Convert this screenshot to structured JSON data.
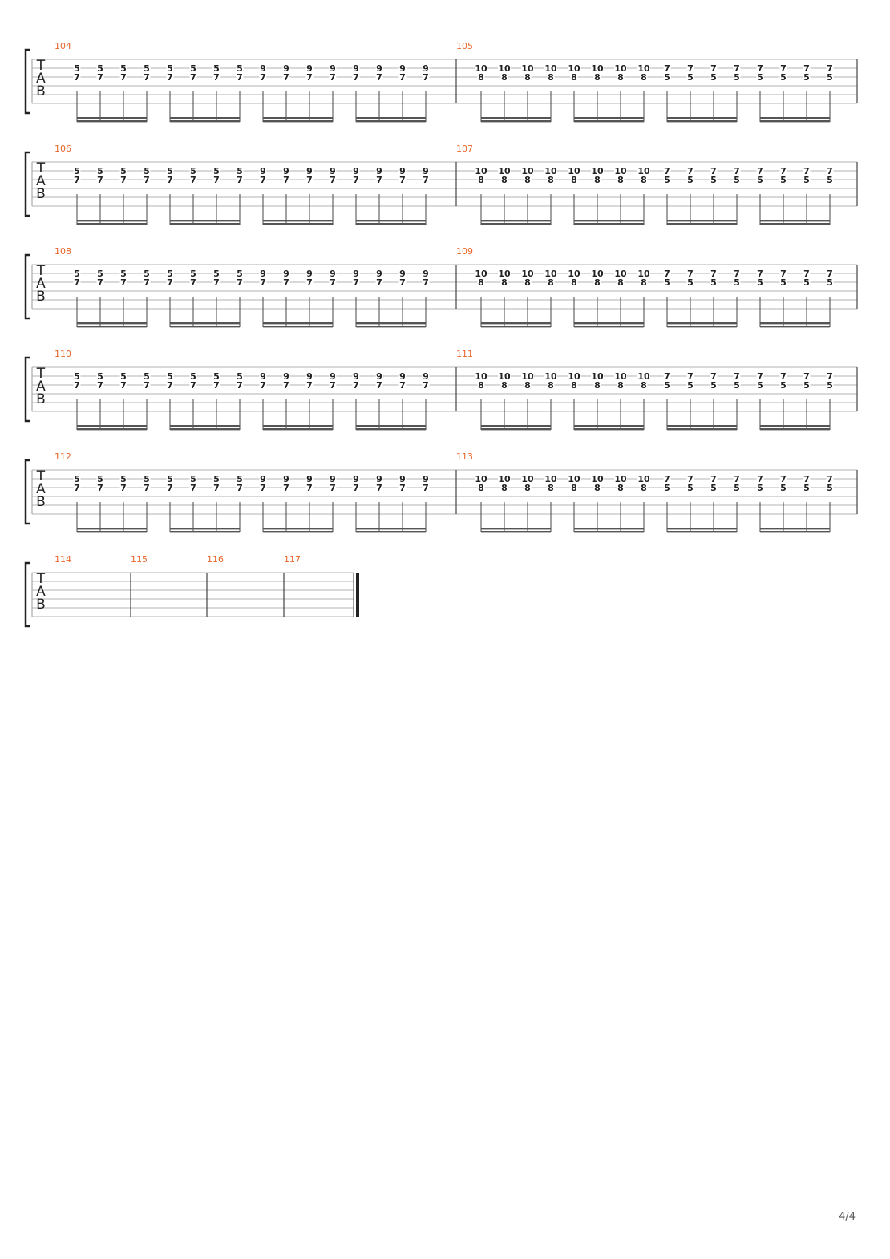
{
  "page": {
    "pager": "4/4"
  },
  "tab_clef": [
    "T",
    "A",
    "B"
  ],
  "colors": {
    "measure_number": "#e8662a",
    "notes": "#222222",
    "staff": "#9a9a9a",
    "beam": "#555555"
  },
  "patterns": {
    "A": {
      "groups": [
        {
          "top": "5",
          "bottom": "7",
          "count": 8
        },
        {
          "top": "9",
          "bottom": "7",
          "count": 8
        }
      ]
    },
    "B": {
      "groups": [
        {
          "top": "10",
          "bottom": "8",
          "count": 8
        },
        {
          "top": "7",
          "bottom": "5",
          "count": 8
        }
      ]
    }
  },
  "systems": [
    {
      "measures": [
        {
          "number": "104",
          "pattern": "A"
        },
        {
          "number": "105",
          "pattern": "B"
        }
      ]
    },
    {
      "measures": [
        {
          "number": "106",
          "pattern": "A"
        },
        {
          "number": "107",
          "pattern": "B"
        }
      ]
    },
    {
      "measures": [
        {
          "number": "108",
          "pattern": "A"
        },
        {
          "number": "109",
          "pattern": "B"
        }
      ]
    },
    {
      "measures": [
        {
          "number": "110",
          "pattern": "A"
        },
        {
          "number": "111",
          "pattern": "B"
        }
      ]
    },
    {
      "measures": [
        {
          "number": "112",
          "pattern": "A"
        },
        {
          "number": "113",
          "pattern": "B"
        }
      ]
    },
    {
      "measures": [
        {
          "number": "114",
          "pattern": null
        },
        {
          "number": "115",
          "pattern": null
        },
        {
          "number": "116",
          "pattern": null
        },
        {
          "number": "117",
          "pattern": null
        }
      ],
      "final": true
    }
  ]
}
